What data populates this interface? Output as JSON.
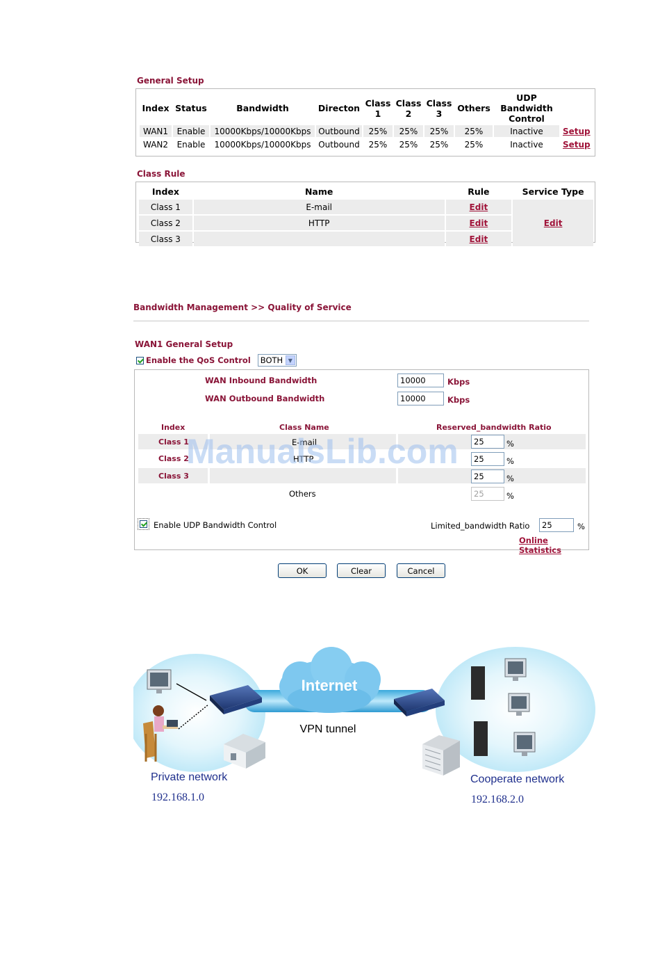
{
  "general_setup": {
    "title": "General Setup",
    "headers": [
      "Index",
      "Status",
      "Bandwidth",
      "Directon",
      "Class 1",
      "Class 2",
      "Class 3",
      "Others",
      "UDP Bandwidth Control",
      ""
    ],
    "rows": [
      {
        "index": "WAN1",
        "status": "Enable",
        "bandwidth": "10000Kbps/10000Kbps",
        "direction": "Outbound",
        "class1": "25%",
        "class2": "25%",
        "class3": "25%",
        "others": "25%",
        "udp": "Inactive",
        "action": "Setup"
      },
      {
        "index": "WAN2",
        "status": "Enable",
        "bandwidth": "10000Kbps/10000Kbps",
        "direction": "Outbound",
        "class1": "25%",
        "class2": "25%",
        "class3": "25%",
        "others": "25%",
        "udp": "Inactive",
        "action": "Setup"
      }
    ]
  },
  "class_rule": {
    "title": "Class Rule",
    "headers": [
      "Index",
      "Name",
      "Rule",
      "Service Type"
    ],
    "rows": [
      {
        "index": "Class 1",
        "name": "E-mail",
        "rule": "Edit"
      },
      {
        "index": "Class 2",
        "name": "HTTP",
        "rule": "Edit"
      },
      {
        "index": "Class 3",
        "name": "",
        "rule": "Edit"
      }
    ],
    "service_type_link": "Edit"
  },
  "qos": {
    "breadcrumb": "Bandwidth Management >> Quality of Service",
    "section_title": "WAN1 General Setup",
    "enable_label": "Enable the QoS Control",
    "enable_checked": true,
    "direction_value": "BOTH",
    "inbound_label": "WAN Inbound Bandwidth",
    "inbound_value": "10000",
    "outbound_label": "WAN Outbound Bandwidth",
    "outbound_value": "10000",
    "unit": "Kbps",
    "headers": [
      "Index",
      "Class Name",
      "Reserved_bandwidth Ratio"
    ],
    "classes": [
      {
        "index": "Class 1",
        "name": "E-mail",
        "ratio": "25"
      },
      {
        "index": "Class 2",
        "name": "HTTP",
        "ratio": "25"
      },
      {
        "index": "Class 3",
        "name": "",
        "ratio": "25"
      }
    ],
    "others_label": "Others",
    "others_ratio": "25",
    "percent": "%",
    "udp_label": "Enable UDP Bandwidth Control",
    "udp_checked": true,
    "limited_label": "Limited_bandwidth Ratio",
    "limited_value": "25",
    "online_stats": "Online Statistics",
    "buttons": {
      "ok": "OK",
      "clear": "Clear",
      "cancel": "Cancel"
    }
  },
  "vpn_diagram": {
    "internet": "Internet",
    "tunnel": "VPN tunnel",
    "private_label": "Private network",
    "private_ip": "192.168.1.0",
    "cooperate_label": "Cooperate network",
    "cooperate_ip": "192.168.2.0"
  },
  "watermark": "ManualsLib.com",
  "colors": {
    "accent": "#8a1538",
    "link": "#a0143a",
    "row": "#ececec",
    "cloud": "#7ec8ef"
  }
}
